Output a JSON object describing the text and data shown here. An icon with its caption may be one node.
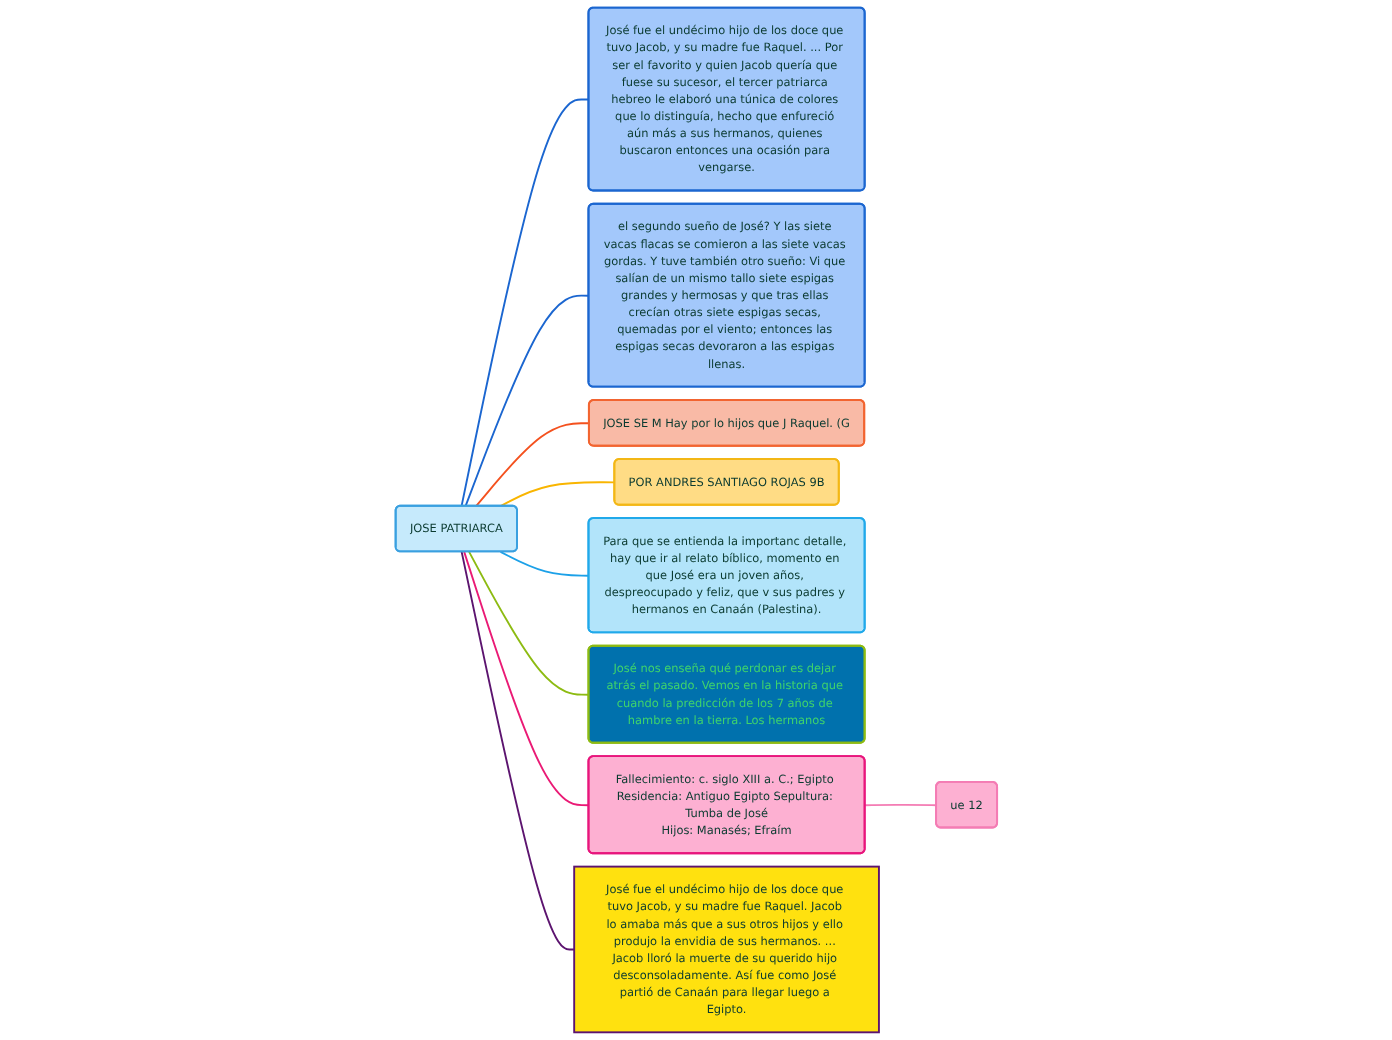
{
  "diagram": {
    "nodes": [
      {
        "text": [
          "JOSE PATRIARCA"
        ]
      },
      {
        "text": [
          "José fue el undécimo hijo de los doce que tuvo Jacob, y su madre fue Raquel. ... Por ser el favorito y quien Jacob quería que fuese su sucesor, el tercer patriarca hebreo le elaboró una túnica de colores que lo distinguía, hecho que enfureció aún más a sus hermanos, quienes buscaron entonces una ocasión para vengarse."
        ]
      },
      {
        "text": [
          "el segundo sueño de José? Y las siete vacas flacas se comieron a las siete vacas gordas. Y tuve también otro sueño: Vi que salían de un mismo tallo siete espigas grandes y hermosas y que tras ellas crecían otras siete espigas secas, quemadas por el viento; entonces las espigas secas devoraron a las espigas llenas."
        ]
      },
      {
        "text": [
          "JOSE SE M Hay por lo hijos que J Raquel. (G"
        ]
      },
      {
        "text": [
          "POR ANDRES SANTIAGO ROJAS 9B"
        ]
      },
      {
        "text": [
          "Para que se entienda la importanc detalle, hay que ir al relato bíblico, momento en que José era un joven años, despreocupado y feliz, que v sus padres y hermanos en Canaán (Palestina)."
        ]
      },
      {
        "text": [
          "José nos enseña qué perdonar es dejar atrás el pasado. Vemos en la historia que cuando la predicción de los 7 años de hambre en la tierra. Los hermanos"
        ]
      },
      {
        "text": [
          "Fallecimiento: c. siglo XIII a. C.; Egipto Residencia: Antiguo Egipto Sepultura: Tumba de José",
          "Hijos: Manasés; Efraím"
        ]
      },
      {
        "text": [
          "ue 12"
        ]
      },
      {
        "text": [
          "José fue el undécimo hijo de los doce que tuvo Jacob, y su madre fue Raquel. Jacob lo amaba más que a sus otros hijos y ello produjo la envidia de sus hermanos. ... Jacob lloró la muerte de su querido hijo desconsoladamente. Así fue como José partió de Canaán para llegar luego a Egipto."
        ]
      }
    ],
    "edges": [
      {
        "from": 0,
        "to": 1,
        "arrow": "none",
        "color": "#1b66d0"
      },
      {
        "from": 0,
        "to": 2,
        "arrow": "none",
        "color": "#1b66d0"
      },
      {
        "from": 0,
        "to": 3,
        "arrow": "none",
        "color": "#f4511e"
      },
      {
        "from": 0,
        "to": 4,
        "arrow": "none",
        "color": "#f9b500"
      },
      {
        "from": 0,
        "to": 5,
        "arrow": "none",
        "color": "#1ca1e8"
      },
      {
        "from": 0,
        "to": 6,
        "arrow": "none",
        "color": "#8dbb12"
      },
      {
        "from": 0,
        "to": 7,
        "arrow": "none",
        "color": "#ea1a75"
      },
      {
        "from": 7,
        "to": 8,
        "arrow": "none",
        "color": "#f47cb4"
      },
      {
        "from": 0,
        "to": 9,
        "arrow": "none",
        "color": "#5c146f"
      }
    ]
  }
}
